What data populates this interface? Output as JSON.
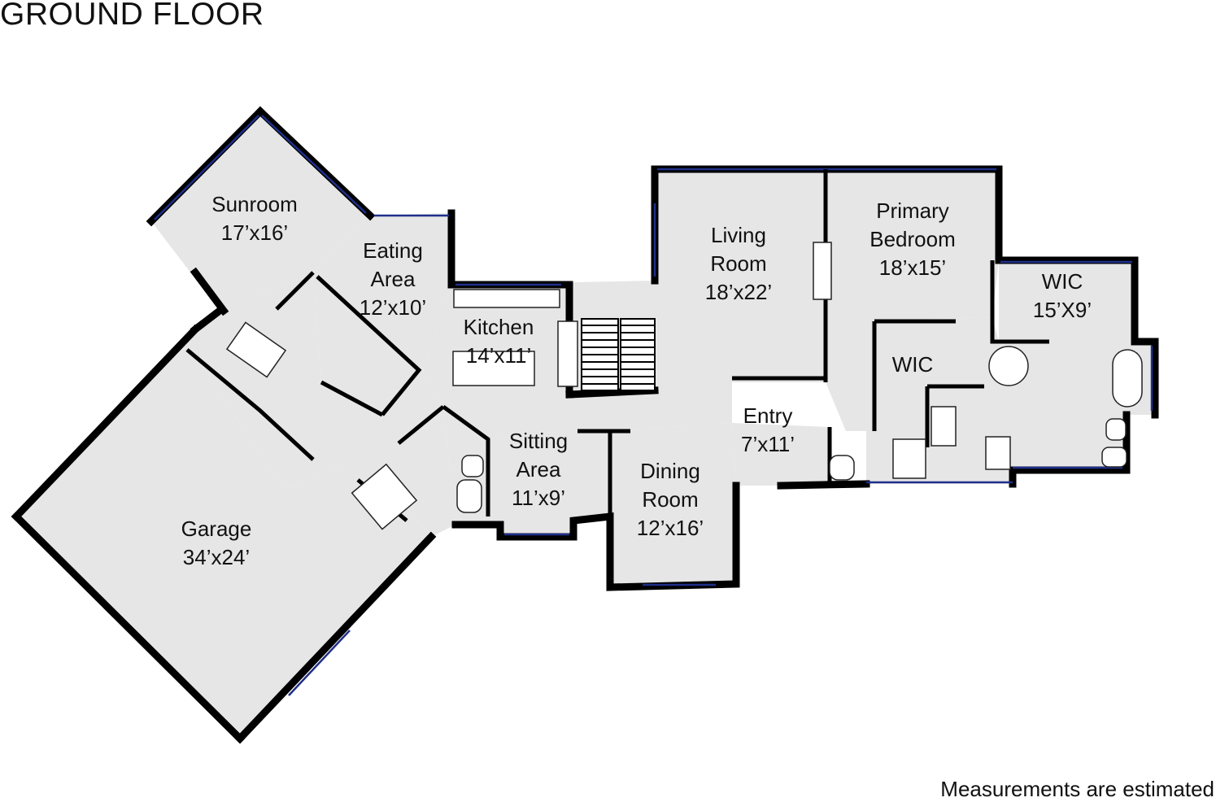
{
  "title": "GROUND FLOOR",
  "note": "Measurements are estimated",
  "rooms": [
    {
      "id": "sunroom",
      "lines": [
        "Sunroom",
        "17’x16’"
      ]
    },
    {
      "id": "eating-area",
      "lines": [
        "Eating",
        "Area",
        "12’x10’"
      ]
    },
    {
      "id": "kitchen",
      "lines": [
        "Kitchen",
        "14’x11’"
      ]
    },
    {
      "id": "living-room",
      "lines": [
        "Living",
        "Room",
        "18’x22’"
      ]
    },
    {
      "id": "primary-bedroom",
      "lines": [
        "Primary",
        "Bedroom",
        "18’x15’"
      ]
    },
    {
      "id": "wic-large",
      "lines": [
        "WIC",
        "15’X9’"
      ]
    },
    {
      "id": "wic-small",
      "lines": [
        "WIC"
      ]
    },
    {
      "id": "entry",
      "lines": [
        "Entry",
        "7’x11’"
      ]
    },
    {
      "id": "sitting-area",
      "lines": [
        "Sitting",
        "Area",
        "11’x9’"
      ]
    },
    {
      "id": "dining-room",
      "lines": [
        "Dining",
        "Room",
        "12’x16’"
      ]
    },
    {
      "id": "garage",
      "lines": [
        "Garage",
        "34’x24’"
      ]
    }
  ]
}
